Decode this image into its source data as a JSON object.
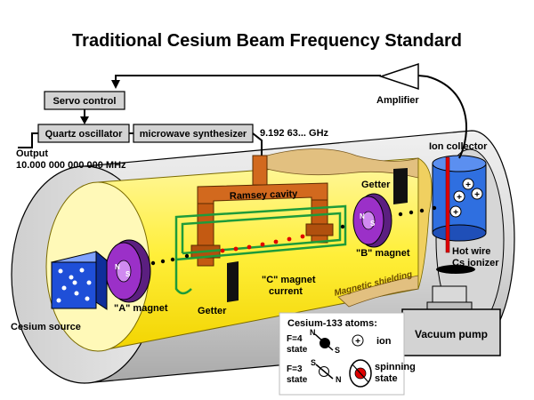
{
  "title": "Traditional Cesium Beam Frequency Standard",
  "labels": {
    "servo_control": "Servo control",
    "quartz_oscillator": "Quartz oscillator",
    "microwave_synthesizer": "microwave synthesizer",
    "frequency": "9.192 63... GHz",
    "output": "Output",
    "output_frequency": "10.000 000 000 000 MHz",
    "amplifier": "Amplifier",
    "ion_collector": "Ion collector",
    "getter_top": "Getter",
    "getter_bottom": "Getter",
    "ramsey_cavity": "Ramsey cavity",
    "a_magnet": "\"A\" magnet",
    "b_magnet": "\"B\" magnet",
    "c_magnet_line1": "\"C\" magnet",
    "c_magnet_line2": "current",
    "magnetic_shielding": "Magnetic shielding",
    "hot_wire_line1": "Hot wire",
    "hot_wire_line2": "Cs ionizer",
    "cesium_source": "Cesium source",
    "vacuum_pump": "Vacuum pump"
  },
  "legend": {
    "title": "Cesium-133 atoms:",
    "f4_line1": "F=4",
    "f4_line2": "state",
    "f3_line1": "F=3",
    "f3_line2": "state",
    "ion": "ion",
    "spinning_line1": "spinning",
    "spinning_line2": "state",
    "n_pole": "N",
    "s_pole": "S"
  },
  "colors": {
    "tube_gray": "#d8d8d8",
    "shield_yellow": "#fff24a",
    "cavity_orange": "#d2691e",
    "coil_green": "#1e9b3a",
    "magnet_purple": "#9b30c8",
    "source_blue": "#1f4fd8",
    "ion_collector_blue": "#2f6fe0",
    "hot_wire_red": "#e00000"
  }
}
